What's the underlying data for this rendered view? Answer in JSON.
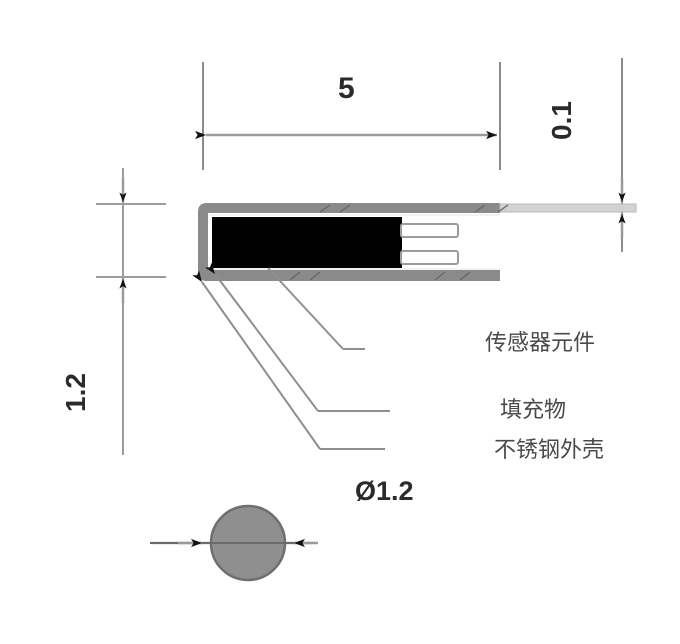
{
  "drawing": {
    "title": "Sensor probe cross-section technical drawing",
    "background_color": "#ffffff",
    "dimensions": {
      "length": {
        "value": "5",
        "name": "overall-length",
        "orientation": "horizontal"
      },
      "thickness": {
        "value": "0.1",
        "name": "sheath-thickness",
        "orientation": "vertical"
      },
      "height": {
        "value": "1.2",
        "name": "body-height",
        "orientation": "vertical"
      },
      "diameter": {
        "value": "Ø1.2",
        "name": "section-diameter",
        "orientation": "horizontal"
      }
    },
    "callouts": [
      {
        "label": "传感器元件",
        "name": "sensor-element"
      },
      {
        "label": "填充物",
        "name": "filler-material"
      },
      {
        "label": "不锈钢外壳",
        "name": "stainless-steel-housing"
      }
    ],
    "colors": {
      "line": "#808080",
      "dark_line": "#5a5a5a",
      "sensor_fill": "#000000",
      "shell_fill": "#8a8a8a",
      "circle_fill": "#8f8f8f",
      "circle_stroke": "#6f6f6f",
      "dim_text": "#2b2b2b",
      "callout_text": "#4a4a4a",
      "wire_fill": "#ffffff",
      "strip_fill": "#cfcfcf"
    }
  }
}
